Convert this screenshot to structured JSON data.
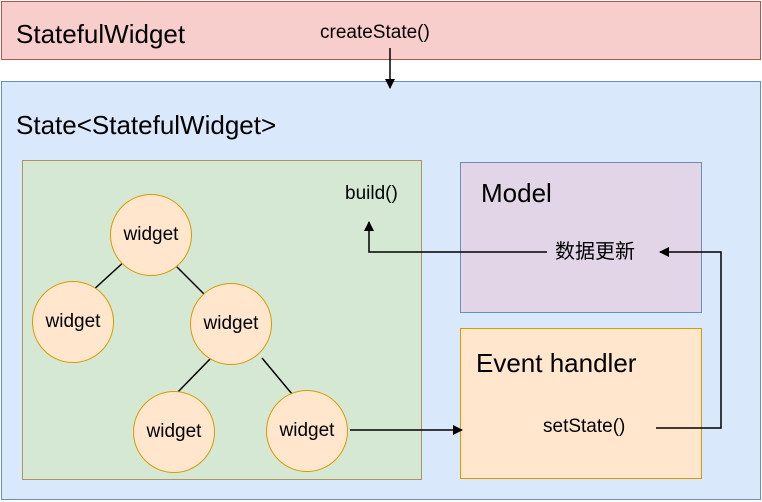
{
  "stateful_widget": {
    "label": "StatefulWidget",
    "create_state_label": "createState()",
    "fill": "#f8cecc",
    "stroke": "#b85450"
  },
  "state": {
    "label": "State<StatefulWidget>",
    "fill": "#dae8fc",
    "stroke": "#6c8ebf"
  },
  "build_panel": {
    "build_label": "build()",
    "fill": "#d5e8d4",
    "stroke": "#b0935e"
  },
  "model": {
    "label": "Model",
    "update_label": "数据更新",
    "fill": "#e1d5e7",
    "stroke": "#6c8ebf"
  },
  "event_handler": {
    "label": "Event handler",
    "set_state_label": "setState()",
    "fill": "#ffe6cc",
    "stroke": "#d79b00"
  },
  "widget_tree": {
    "nodes": [
      {
        "id": "root",
        "label": "widget"
      },
      {
        "id": "left",
        "label": "widget"
      },
      {
        "id": "mid",
        "label": "widget"
      },
      {
        "id": "bottom-left",
        "label": "widget"
      },
      {
        "id": "bottom-right",
        "label": "widget"
      }
    ],
    "fill": "#ffe6cc",
    "stroke": "#d79b00"
  }
}
